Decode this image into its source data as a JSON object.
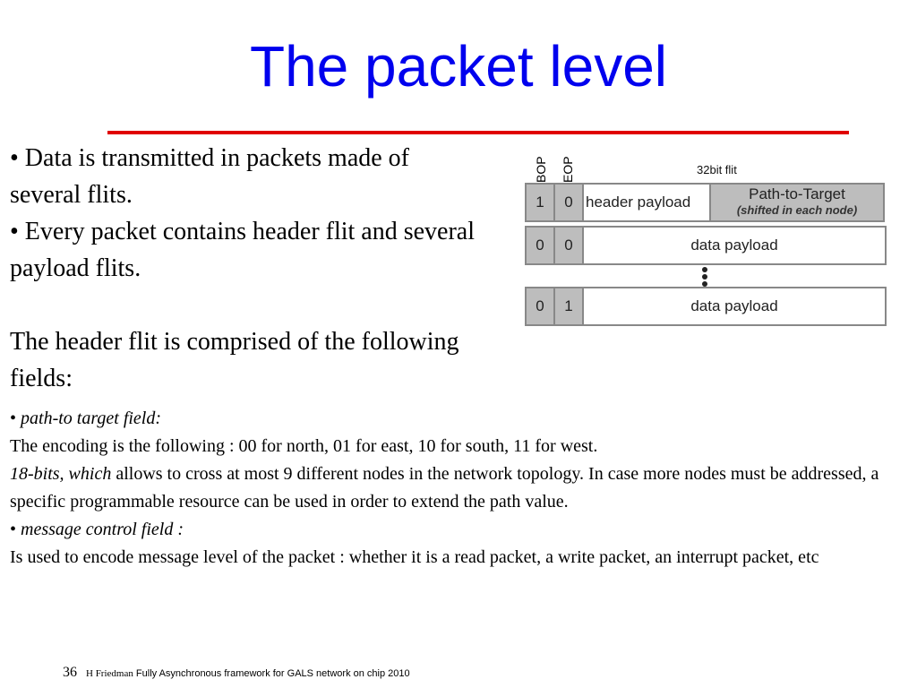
{
  "slide": {
    "title": "The packet level",
    "colors": {
      "title": "#0000ee",
      "rule": "#e00000"
    }
  },
  "intro": {
    "bullet1": "• Data is transmitted in packets made of several flits.",
    "bullet2": "• Every packet contains header flit and several payload flits.",
    "para": "The header flit is comprised of the following fields:"
  },
  "fields": {
    "f1_bullet": "• ",
    "f1_label": "path-to target field:",
    "f1_line1": "The encoding is the following : 00 for north, 01 for east, 10 for south, 11 for west.",
    "f1_line2_it": "18-bits, which",
    "f1_line2_rest": " allows to cross at most 9 different nodes in the network topology. In case more nodes must be addressed, a specific programmable resource can be used in order to extend the path value.",
    "f2_bullet": "• ",
    "f2_label": "message control field :",
    "f2_line": "Is used to encode message level of the packet : whether it is a read packet, a write packet, an interrupt packet, etc"
  },
  "diagram": {
    "col1": "BOP",
    "col2": "EOP",
    "width_label": "32bit flit",
    "rows": [
      {
        "bop": "1",
        "eop": "0",
        "payload": "header payload",
        "target": "Path-to-Target",
        "target_note": "(shifted in each node)"
      },
      {
        "bop": "0",
        "eop": "0",
        "payload": "data payload"
      },
      {
        "bop": "0",
        "eop": "1",
        "payload": "data payload"
      }
    ]
  },
  "footer": {
    "page": "36",
    "author": "H Friedman",
    "title": " Fully Asynchronous framework for GALS network on chip 2010"
  }
}
